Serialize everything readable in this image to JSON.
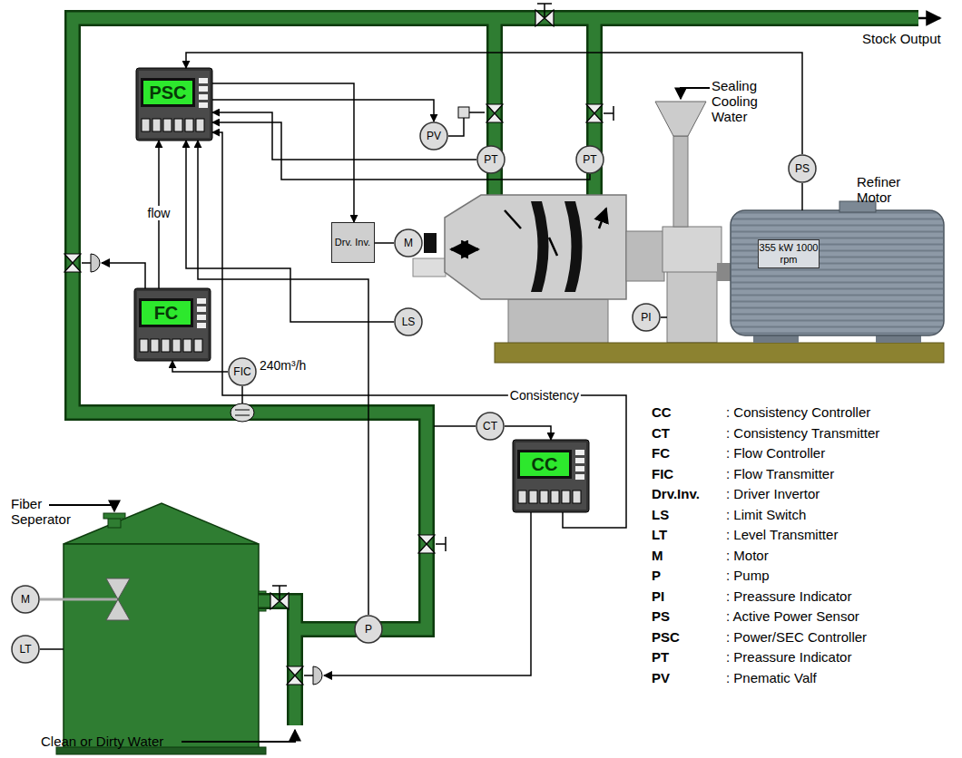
{
  "diagram": {
    "nodes": [
      {
        "text": [
          "PSC"
        ]
      },
      {
        "text": [
          "PV"
        ]
      },
      {
        "text": [
          "PT"
        ]
      },
      {
        "text": [
          "PT"
        ]
      },
      {
        "text": [
          "PS"
        ]
      },
      {
        "text": [
          "Drv. Inv."
        ]
      },
      {
        "text": [
          "M"
        ]
      },
      {
        "text": [
          "PI"
        ]
      },
      {
        "text": [
          "LS"
        ]
      },
      {
        "text": [
          "FC"
        ]
      },
      {
        "text": [
          "FIC"
        ]
      },
      {
        "text": [
          "CT"
        ]
      },
      {
        "text": [
          "CC"
        ]
      },
      {
        "text": [
          "M"
        ]
      },
      {
        "text": [
          "LT"
        ]
      },
      {
        "text": [
          "P"
        ]
      },
      {
        "text": [
          "355 kW 1000 rpm"
        ]
      }
    ],
    "edges": [
      {
        "from": 10,
        "to": 9,
        "arrow": "to"
      },
      {
        "from": 9,
        "to": 0,
        "label": "flow",
        "arrow": "to"
      },
      {
        "from": 11,
        "to": 12,
        "arrow": "to"
      },
      {
        "from": 12,
        "to": 0,
        "label": "Consistency",
        "arrow": "to"
      },
      {
        "from": 8,
        "to": 0,
        "arrow": "to"
      },
      {
        "from": 15,
        "to": 0,
        "arrow": "to"
      },
      {
        "from": 4,
        "to": 0,
        "arrow": "to"
      },
      {
        "from": 0,
        "to": 5,
        "arrow": "to"
      },
      {
        "from": 0,
        "to": 1,
        "arrow": "to"
      },
      {
        "from": 5,
        "to": 6,
        "arrow": "none"
      },
      {
        "from": 2,
        "to": 0,
        "arrow": "to"
      },
      {
        "from": 3,
        "to": 0,
        "arrow": "to"
      }
    ],
    "labels": [
      "Stock Output",
      "Sealing Cooling Water",
      "Refiner Motor",
      "240m³/h",
      "CC",
      ": Consistency Controller",
      "CT",
      ": Consistency Transmitter",
      "FC",
      ": Flow Controller",
      "FIC",
      ": Flow Transmitter",
      "Drv.Inv.",
      ": Driver Invertor",
      "LS",
      ": Limit Switch",
      "LT",
      ": Level Transmitter",
      "M",
      ": Motor",
      "P",
      ": Pump",
      "PI",
      ": Preassure Indicator",
      "PS",
      ": Active Power Sensor",
      "PSC",
      ": Power/SEC Controller",
      "PT",
      ": Preassure Indicator",
      "PV",
      ": Pnematic Valf",
      "Fiber Seperator",
      "Clean or Dirty Water"
    ]
  }
}
